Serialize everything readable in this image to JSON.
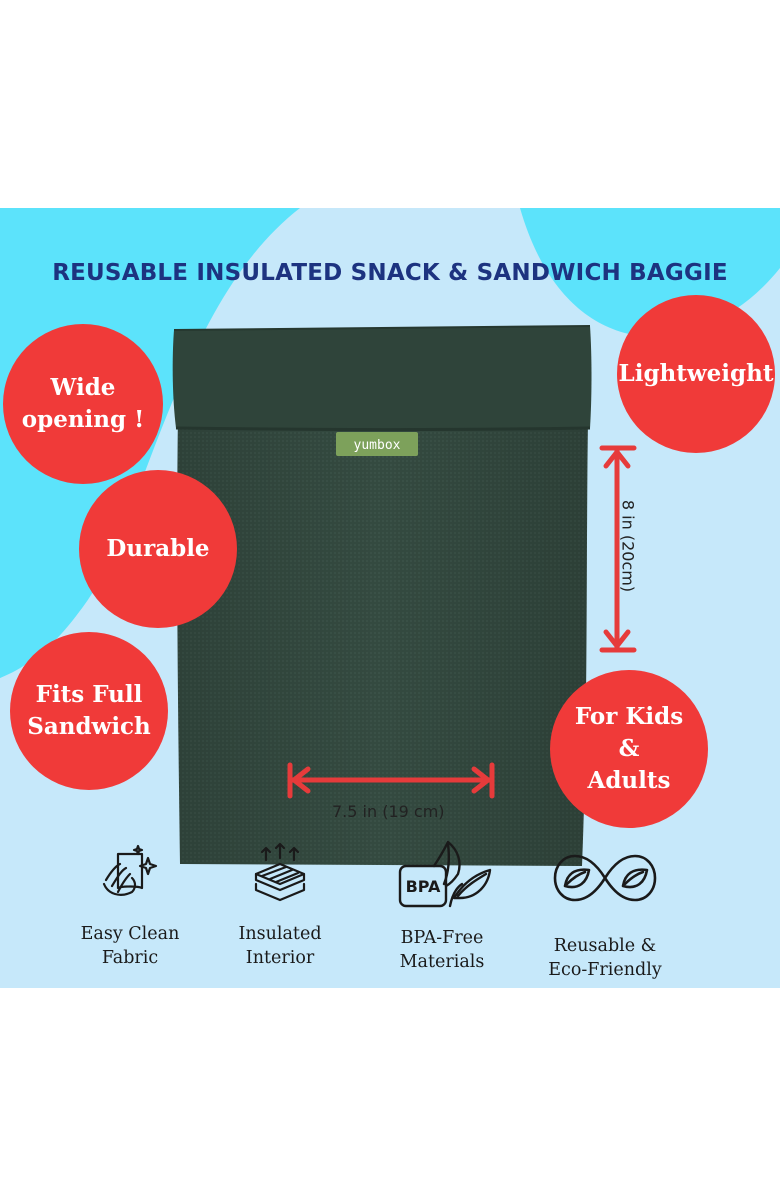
{
  "title": "REUSABLE INSULATED SNACK & SANDWICH BAGGIE",
  "brand_label": "yumbox",
  "badges": {
    "wide_opening": "Wide\nopening !",
    "lightweight": "Lightweight",
    "durable": "Durable",
    "fits_full_sandwich": "Fits Full\nSandwich",
    "for_kids_adults": "For Kids\n&\nAdults"
  },
  "dimensions": {
    "height": "8 in (20cm)",
    "width": "7.5 in (19 cm)"
  },
  "features": [
    {
      "icon": "hand-wipe-sparkle-icon",
      "label": "Easy Clean\nFabric"
    },
    {
      "icon": "insulated-layers-icon",
      "label": "Insulated\nInterior"
    },
    {
      "icon": "bpa-leaf-icon",
      "label": "BPA-Free\nMaterials"
    },
    {
      "icon": "infinity-leaf-icon",
      "label": "Reusable &\nEco-Friendly"
    }
  ],
  "colors": {
    "background_light_blue": "#c6e8fa",
    "background_cyan": "#5ce3fb",
    "badge_red": "#f03a39",
    "title_navy": "#1d3380",
    "bag_green": "#344a40",
    "arrow_red": "#e63b3b"
  }
}
